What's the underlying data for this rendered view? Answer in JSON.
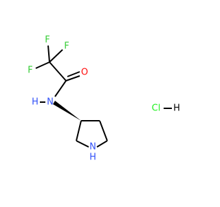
{
  "molecule": {
    "atoms": {
      "f_top": "F",
      "f_right": "F",
      "f_left": "F",
      "o": "O",
      "n_amide": "N",
      "n_amide_h": "H",
      "n_ring": "N",
      "n_ring_h": "H"
    },
    "salt": {
      "cl": "Cl",
      "h": "H"
    },
    "colors": {
      "bond": "#000000",
      "fluorine": "#33CC33",
      "oxygen": "#FF0D0D",
      "nitrogen": "#3050F8",
      "chlorine": "#1FF01F",
      "hydrogen": "#000000"
    }
  }
}
